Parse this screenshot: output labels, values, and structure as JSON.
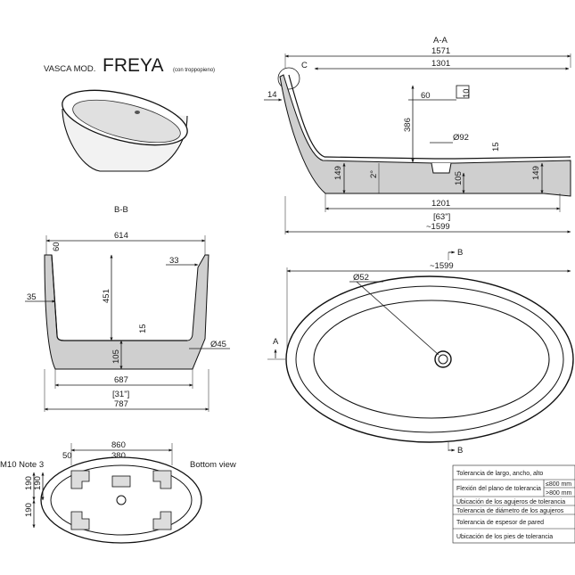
{
  "title": {
    "prefix": "VASCA MOD.",
    "model": "FREYA",
    "note": "(con troppopieno)"
  },
  "sections": {
    "aa": "A-A",
    "bb": "B-B",
    "detail_c": "C",
    "bottom_view": "Bottom view",
    "arrow_a": "A",
    "arrow_b_top": "B",
    "arrow_b_bottom": "B"
  },
  "dims_aa": {
    "total": "1571",
    "inner_top": "1301",
    "wall": "14",
    "overflow_w": "60",
    "overflow_h": "10",
    "depth": "386",
    "drain_dia": "Ø92",
    "drain_step": "15",
    "foot_left": "149",
    "angle": "2°",
    "drain_h": "105",
    "foot_right": "149",
    "base": "1201",
    "base_in": "[63\"]",
    "length": "~1599"
  },
  "dims_bb": {
    "top": "614",
    "rim_left": "60",
    "rim_right": "33",
    "depth": "451",
    "wall": "35",
    "step": "15",
    "drain_dia": "Ø45",
    "base_h": "105",
    "base": "687",
    "width_in": "[31\"]",
    "width": "787"
  },
  "dims_plan": {
    "drain_dia": "Ø52",
    "length": "~1599"
  },
  "dims_bottom": {
    "span": "860",
    "inner": "380",
    "offset": "50",
    "screw": "M10 Note 3",
    "v1": "190",
    "v2": "190",
    "v3": "190"
  },
  "tolerance_table": {
    "rows": [
      "Tolerancia de largo, ancho, alto",
      "Flexión del plano de tolerancia",
      "Ubicación de los agujeros de tolerancia",
      "Tolerancia de diámetro de los agujeros",
      "Tolerancia de espesor de pared",
      "Ubicación de los pies de tolerancia"
    ],
    "sub_a": "≤800 mm",
    "sub_b": ">800 mm"
  }
}
